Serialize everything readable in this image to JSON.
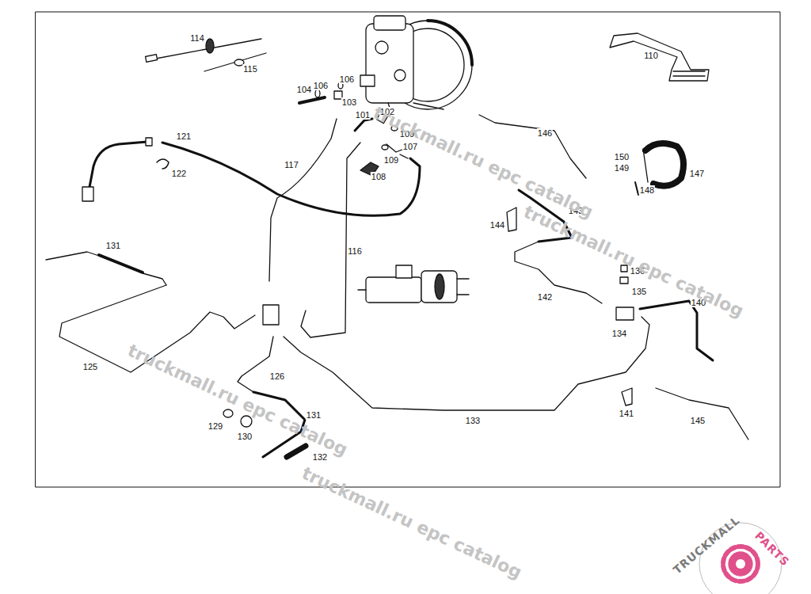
{
  "diagram": {
    "labels": [
      "114",
      "115",
      "104",
      "106",
      "106",
      "103",
      "101",
      "102",
      "109",
      "109",
      "107",
      "108",
      "110",
      "121",
      "122",
      "117",
      "116",
      "146",
      "150",
      "149",
      "147",
      "148",
      "144",
      "143",
      "131",
      "136",
      "135",
      "142",
      "140",
      "134",
      "125",
      "126",
      "133",
      "141",
      "145",
      "129",
      "130",
      "131",
      "132",
      "truckmall.ru epc catalog",
      "truckmall.ru epc catalog",
      "truckmall.ru epc catalog",
      "truckmall.ru epc catalog",
      "TRUCKMALL",
      "PARTS"
    ]
  }
}
